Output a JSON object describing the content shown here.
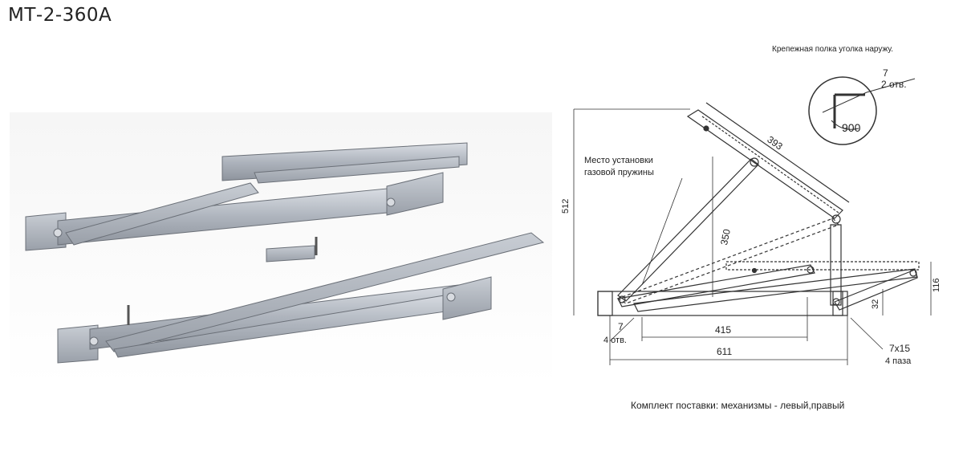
{
  "title": "МТ-2-360А",
  "diagram": {
    "bracket_note": "Крепежная полка уголка наружу.",
    "hole_size": "7",
    "hole_count": "2 отв.",
    "angle": "900",
    "spring_label_line1": "Место установки",
    "spring_label_line2": "газовой пружины",
    "dim_393": "393",
    "dim_350": "350",
    "dim_512": "512",
    "dim_116": "116",
    "dim_32": "32",
    "dim_7": "7",
    "holes_4": "4 отв.",
    "dim_415": "415",
    "dim_611": "611",
    "slot_size": "7x15",
    "slot_count": "4 паза"
  },
  "supply_text": "Комплект поставки: механизмы - левый,правый"
}
